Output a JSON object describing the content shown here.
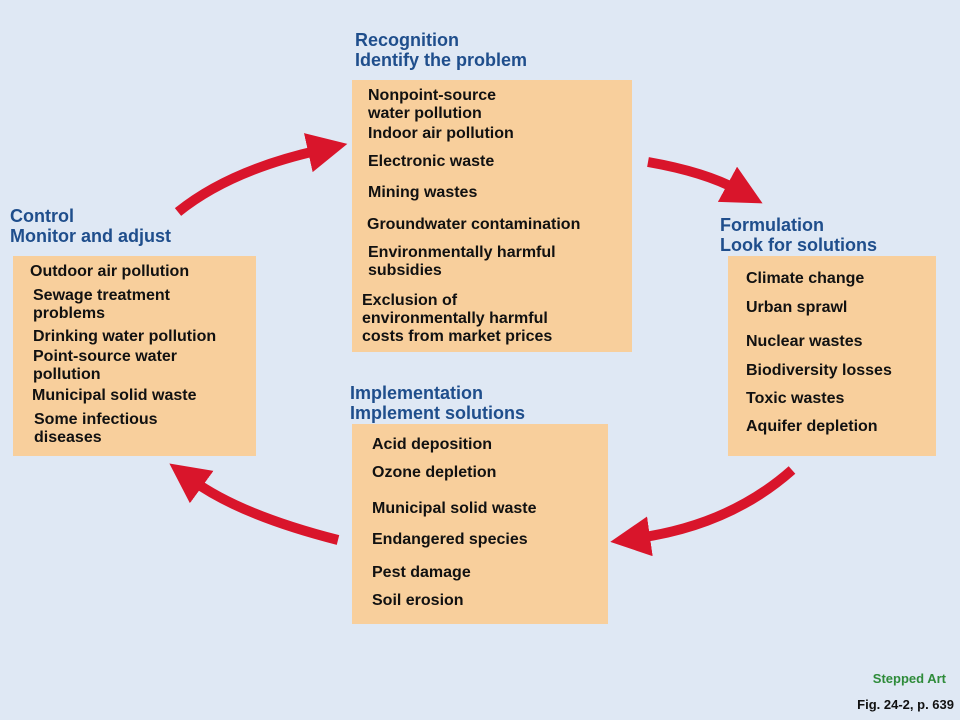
{
  "colors": {
    "background": "#dfe8f4",
    "title": "#1f4e8c",
    "box": "#f8cf9c",
    "arrow": "#d9152b",
    "stepped": "#2e8b3a"
  },
  "stages": {
    "recognition": {
      "title": "Recognition",
      "subtitle": "Identify the problem",
      "items": [
        "Nonpoint-source\nwater pollution",
        "Indoor air pollution",
        "Electronic waste",
        "Mining wastes",
        "Groundwater contamination",
        "Environmentally harmful\nsubsidies",
        "Exclusion of\nenvironmentally harmful\ncosts from market prices"
      ]
    },
    "formulation": {
      "title": "Formulation",
      "subtitle": "Look for solutions",
      "items": [
        "Climate change",
        "Urban sprawl",
        "Nuclear wastes",
        "Biodiversity losses",
        "Toxic wastes",
        "Aquifer depletion"
      ]
    },
    "implementation": {
      "title": "Implementation",
      "subtitle": "Implement solutions",
      "items": [
        "Acid deposition",
        "Ozone depletion",
        "Municipal solid waste",
        "Endangered species",
        "Pest damage",
        "Soil erosion"
      ]
    },
    "control": {
      "title": "Control",
      "subtitle": "Monitor and adjust",
      "items": [
        "Outdoor air pollution",
        "Sewage treatment\nproblems",
        "Drinking water pollution",
        "Point-source water\npollution",
        "Municipal solid waste",
        "Some infectious\ndiseases"
      ]
    }
  },
  "footer": {
    "stepped": "Stepped Art",
    "figure": "Fig. 24-2, p. 639"
  }
}
